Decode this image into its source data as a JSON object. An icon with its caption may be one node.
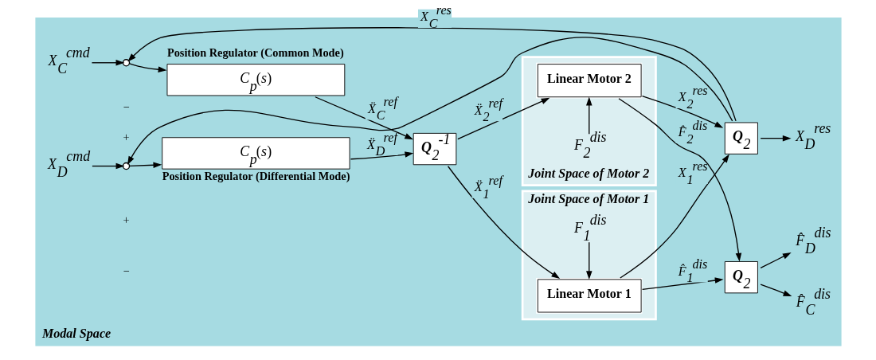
{
  "diagram": {
    "nodes": [
      {
        "text": [
          "Modal Space"
        ]
      },
      {
        "text": [
          "Joint Space of Motor 1"
        ],
        "in": 0
      },
      {
        "text": [
          "Joint Space of Motor 2"
        ],
        "in": 0
      },
      {
        "text": [
          "*X*$_{C}$$^{cmd}$"
        ],
        "in": 0
      },
      {
        "text": [],
        "shape": "circle",
        "in": 0
      },
      {
        "text": [
          "*C*$_{p}$(*s*)"
        ],
        "beside": [
          "Position Regulator (Common Mode)"
        ],
        "in": 0
      },
      {
        "text": [
          "*X*$_{D}$$^{cmd}$"
        ],
        "in": 0
      },
      {
        "text": [],
        "shape": "circle",
        "in": 0
      },
      {
        "text": [
          "*C*$_{p}$(*s*)"
        ],
        "beside": [
          "Position Regulator (Differential Mode)"
        ],
        "in": 0
      },
      {
        "text": [
          "**Q**$_{2}$$^{-1}$"
        ],
        "in": 0
      },
      {
        "text": [
          "Linear Motor 1"
        ],
        "in": 1
      },
      {
        "text": [
          "Linear Motor 2"
        ],
        "in": 2
      },
      {
        "text": [
          "*F*$_{1}$$^{dis}$"
        ],
        "in": 1
      },
      {
        "text": [
          "*F*$_{2}$$^{dis}$"
        ],
        "in": 2
      },
      {
        "text": [
          "**Q**$_{2}$"
        ],
        "in": 0
      },
      {
        "text": [
          "**Q**$_{2}$"
        ],
        "in": 0
      },
      {
        "text": [
          "*F̂*$_{C}$$^{dis}$"
        ],
        "in": 0
      },
      {
        "text": [
          "*F̂*$_{D}$$^{dis}$"
        ],
        "in": 0
      },
      {
        "text": [
          "*X*$_{D}$$^{res}$"
        ],
        "in": 0
      }
    ],
    "edges": [
      {
        "from": 3,
        "to": 4,
        "arrow": "to"
      },
      {
        "from": 4,
        "to": 5,
        "arrow": "to"
      },
      {
        "from": 5,
        "to": 9,
        "arrow": "to",
        "label": "*Ẍ*$_{C}$$^{ref}$"
      },
      {
        "from": 6,
        "to": 7,
        "arrow": "to"
      },
      {
        "from": 7,
        "to": 8,
        "arrow": "to"
      },
      {
        "from": 8,
        "to": 9,
        "arrow": "to",
        "label": "*Ẍ*$_{D}$$^{ref}$"
      },
      {
        "from": 9,
        "to": 10,
        "arrow": "to",
        "label": "*Ẍ*$_{1}$$^{ref}$"
      },
      {
        "from": 9,
        "to": 11,
        "arrow": "to",
        "label": "*Ẍ*$_{2}$$^{ref}$"
      },
      {
        "from": 12,
        "to": 10,
        "arrow": "to"
      },
      {
        "from": 13,
        "to": 11,
        "arrow": "to"
      },
      {
        "from": 10,
        "to": 14,
        "arrow": "to",
        "label": "*F̂*$_{1}$$^{dis}$"
      },
      {
        "from": 10,
        "to": 15,
        "arrow": "to",
        "label": "*X*$_{1}$$^{res}$"
      },
      {
        "from": 11,
        "to": 14,
        "arrow": "to",
        "label": "*F̂*$_{2}$$^{dis}$"
      },
      {
        "from": 11,
        "to": 15,
        "arrow": "to",
        "label": "*X*$_{2}$$^{res}$"
      },
      {
        "from": 14,
        "to": 16,
        "arrow": "to"
      },
      {
        "from": 14,
        "to": 17,
        "arrow": "to"
      },
      {
        "from": 15,
        "to": 4,
        "arrow": "to",
        "label": "*X*$_{C}$$^{res}$"
      },
      {
        "from": 15,
        "to": 18,
        "arrow": "to"
      },
      {
        "from": 15,
        "to": 7,
        "arrow": "to"
      }
    ],
    "labels": [
      "−",
      "+",
      "+",
      "−"
    ]
  }
}
